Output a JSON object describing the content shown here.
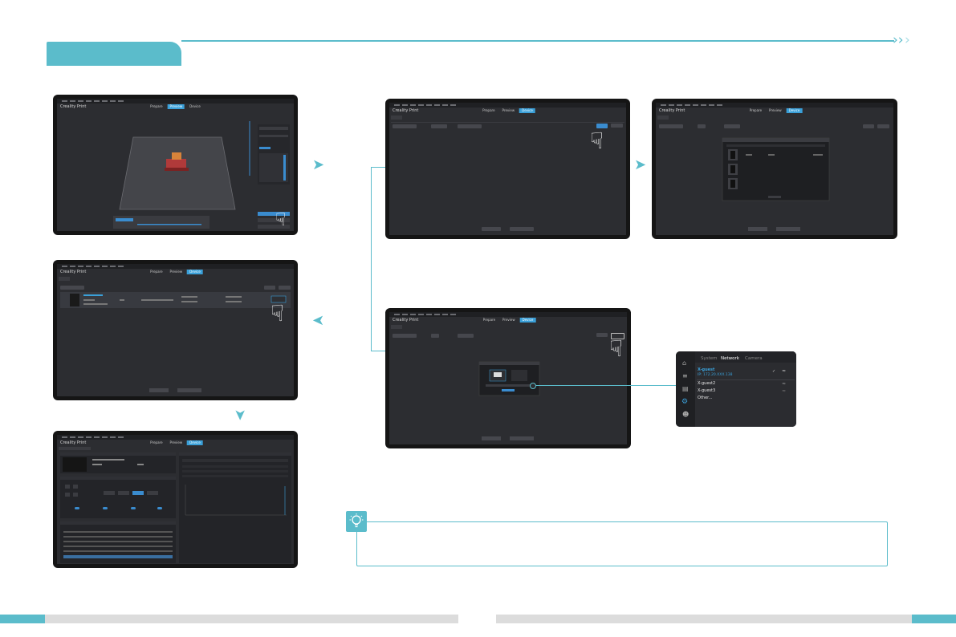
{
  "app": {
    "title": "Creality Print",
    "tabs": [
      "Prepare",
      "Preview",
      "Device"
    ],
    "active_tab": "Device"
  },
  "header": {
    "chevrons": "›››"
  },
  "network_panel": {
    "tabs": [
      "System",
      "Network",
      "Camera"
    ],
    "active_tab": "Network",
    "connected_network": "X-guest",
    "ip_address": "IP: 172.20.XXX.138",
    "networks": [
      "X-guest2",
      "X-guest3"
    ],
    "other_label": "Other..."
  },
  "colors": {
    "accent": "#5bbccb",
    "app_background": "#2c2d31",
    "app_highlight": "#3aa0d9"
  },
  "icons": {
    "arrow": "arrow-right-icon",
    "hand": "pointing-hand-icon",
    "tip": "lightbulb-icon"
  }
}
